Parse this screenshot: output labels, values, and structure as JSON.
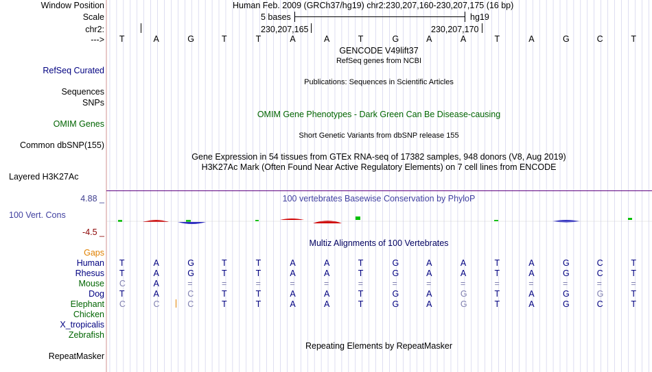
{
  "header": {
    "window_position_label": "Window Position",
    "window_position_text": "Human Feb. 2009 (GRCh37/hg19)   chr2:230,207,160-230,207,175 (16 bp)",
    "scale_label": "Scale",
    "scale_bases": "5 bases",
    "scale_assembly": "hg19",
    "chrom_label": "chr2:",
    "coord_left": "230,207,165",
    "coord_right": "230,207,170",
    "strand_label": "--->"
  },
  "sequence": [
    "T",
    "A",
    "G",
    "T",
    "T",
    "A",
    "A",
    "T",
    "G",
    "A",
    "A",
    "T",
    "A",
    "G",
    "C",
    "T"
  ],
  "tracks": {
    "gencode": {
      "title": "GENCODE V49lift37"
    },
    "refseq": {
      "label": "RefSeq Curated",
      "title": "RefSeq genes from NCBI"
    },
    "publications": {
      "label": "Sequences",
      "title": "Publications: Sequences in Scientific Articles"
    },
    "snps": {
      "label": "SNPs"
    },
    "omim": {
      "label": "OMIM Genes",
      "title": "OMIM Gene Phenotypes - Dark Green Can Be Disease-causing"
    },
    "dbsnp": {
      "label": "Common dbSNP(155)",
      "title": "Short Genetic Variants from dbSNP release 155"
    },
    "gtex": {
      "title": "Gene Expression in 54 tissues from GTEx RNA-seq of 17382 samples, 948 donors (V8, Aug 2019)"
    },
    "h3k27ac": {
      "label": "Layered H3K27Ac",
      "title": "H3K27Ac Mark (Often Found Near Active Regulatory Elements) on 7 cell lines from ENCODE"
    },
    "conservation": {
      "label": "100 Vert. Cons",
      "max": "4.88 _",
      "min": "-4.5 _",
      "title": "100 vertebrates Basewise Conservation by PhyloP"
    },
    "multiz": {
      "title": "Multiz Alignments of 100 Vertebrates"
    },
    "repeatmasker": {
      "label": "RepeatMasker",
      "title": "Repeating Elements by RepeatMasker"
    }
  },
  "alignment": {
    "gaps_label": "Gaps",
    "species": [
      {
        "name": "Human",
        "color": "#000080",
        "bases": [
          "T",
          "A",
          "G",
          "T",
          "T",
          "A",
          "A",
          "T",
          "G",
          "A",
          "A",
          "T",
          "A",
          "G",
          "C",
          "T"
        ]
      },
      {
        "name": "Rhesus",
        "color": "#000080",
        "bases": [
          "T",
          "A",
          "G",
          "T",
          "T",
          "A",
          "A",
          "T",
          "G",
          "A",
          "A",
          "T",
          "A",
          "G",
          "C",
          "T"
        ]
      },
      {
        "name": "Mouse",
        "color": "#006400",
        "bases": [
          "C",
          "A",
          "=",
          "=",
          "=",
          "=",
          "=",
          "=",
          "=",
          "=",
          "=",
          "=",
          "=",
          "=",
          "=",
          "="
        ]
      },
      {
        "name": "Dog",
        "color": "#000080",
        "bases": [
          "T",
          "A",
          "C",
          "T",
          "T",
          "A",
          "A",
          "T",
          "G",
          "A",
          "G",
          "T",
          "A",
          "G",
          "G",
          "T"
        ]
      },
      {
        "name": "Elephant",
        "color": "#006400",
        "bases": [
          "C",
          "C",
          "C",
          "T",
          "T",
          "A",
          "A",
          "T",
          "G",
          "A",
          "G",
          "T",
          "A",
          "G",
          "C",
          "T"
        ]
      },
      {
        "name": "Chicken",
        "color": "#006400",
        "bases": []
      },
      {
        "name": "X_tropicalis",
        "color": "#000080",
        "bases": []
      },
      {
        "name": "Zebrafish",
        "color": "#006400",
        "bases": []
      }
    ]
  },
  "colors": {
    "label_blue": "#000080",
    "label_green": "#006400",
    "omim_green": "#006400",
    "cons_blue": "#4040a0",
    "cons_max": "#404090",
    "cons_min": "#8b0000",
    "gaps_orange": "#e08000",
    "grid": "#c8c8e8",
    "divider": "#5c0080",
    "gray_base": "#8080b0"
  }
}
